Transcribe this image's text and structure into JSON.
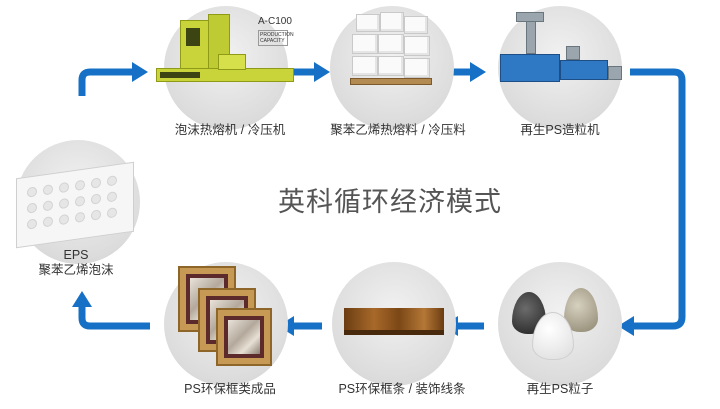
{
  "title": "英科循环经济模式",
  "colors": {
    "arrow": "#1670c6",
    "circle": "#dcdcdc",
    "title": "#555555"
  },
  "nodes": {
    "densifier": {
      "label": "泡沫热熔机 / 冷压机",
      "model_tag": "A-C100",
      "badge": "PRODUCTION CAPACITY"
    },
    "ps_blocks": {
      "label": "聚苯乙烯热熔料 / 冷压料"
    },
    "pelletizer": {
      "label": "再生PS造粒机"
    },
    "eps_foam": {
      "label_line1": "EPS",
      "label_line2": "聚苯乙烯泡沫"
    },
    "ps_pellets": {
      "label": "再生PS粒子"
    },
    "moulding": {
      "label": "PS环保框条 / 装饰线条"
    },
    "frames": {
      "label": "PS环保框类成品"
    }
  }
}
